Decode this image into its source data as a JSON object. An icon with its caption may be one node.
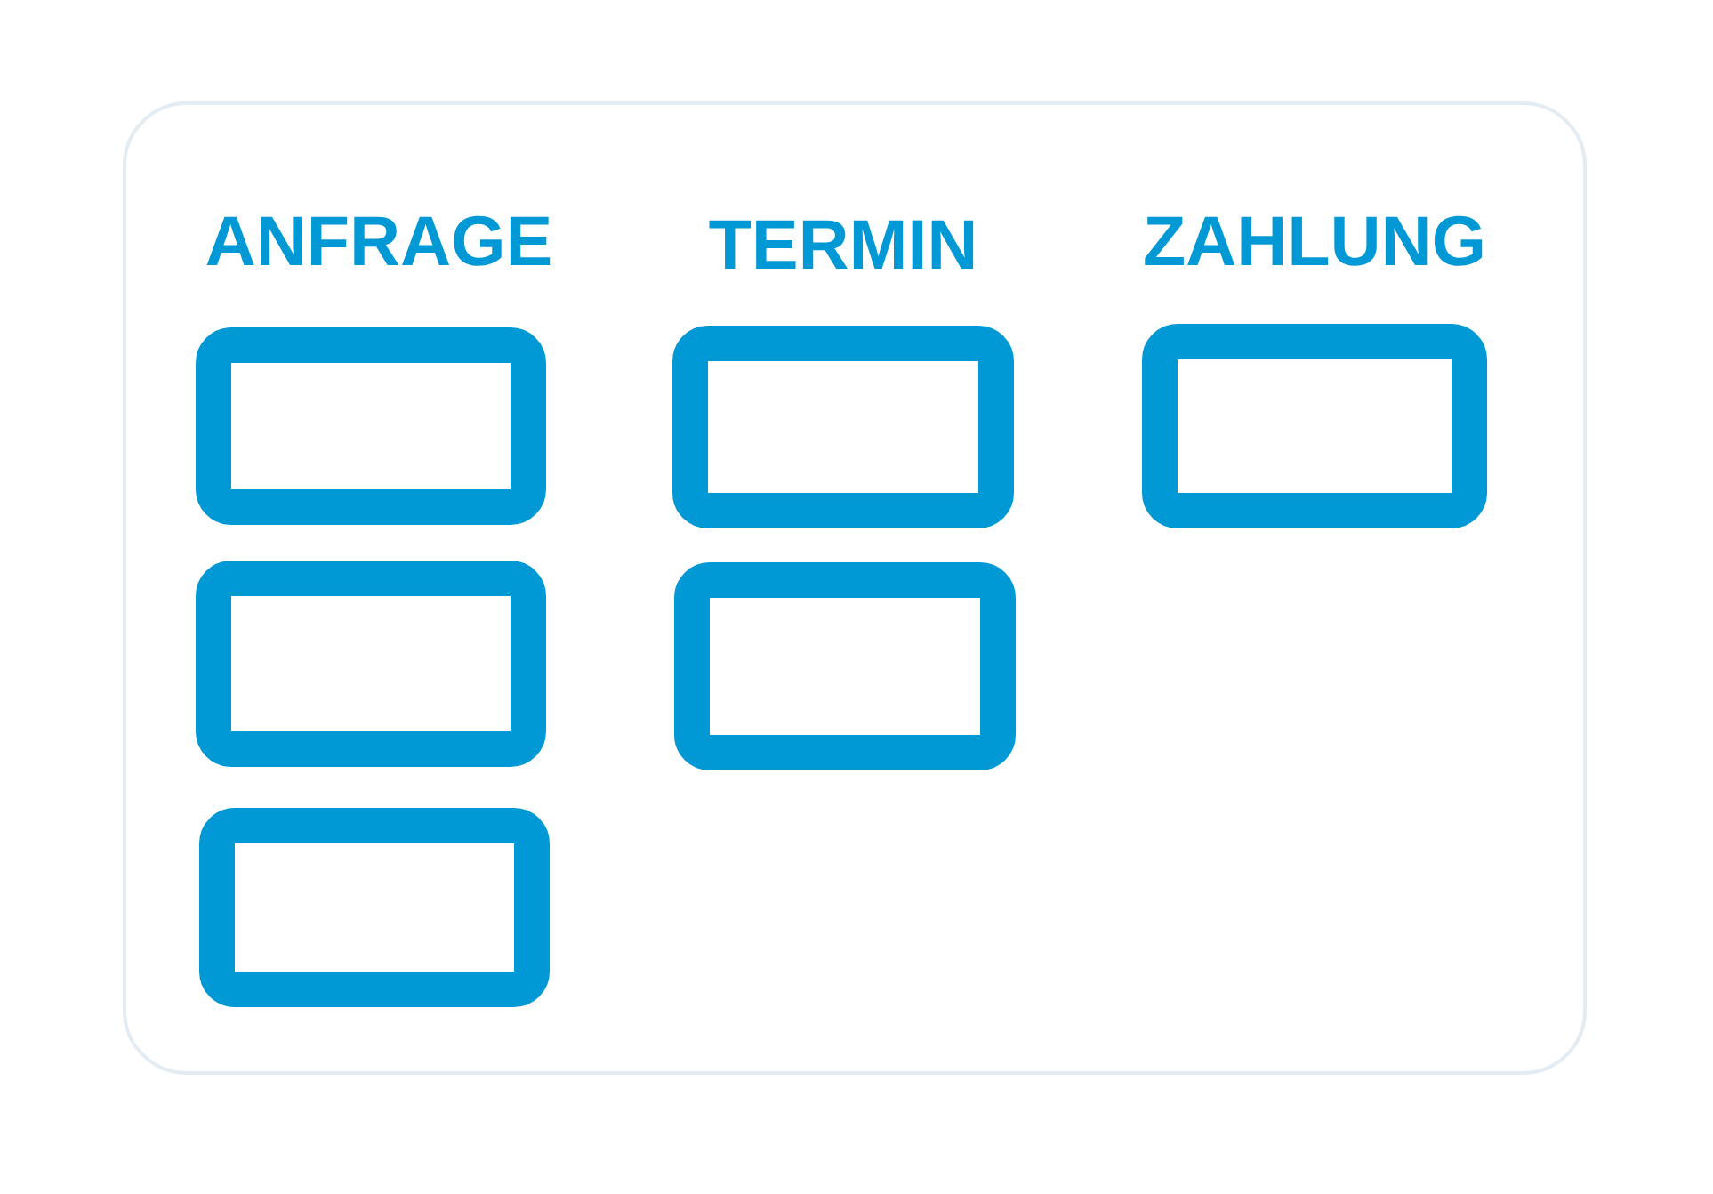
{
  "diagram": {
    "nodes": [
      {
        "text": [],
        "shape": "box"
      },
      {
        "text": [],
        "shape": "box"
      },
      {
        "text": [],
        "shape": "box"
      },
      {
        "text": [],
        "shape": "box"
      },
      {
        "text": [],
        "shape": "box"
      },
      {
        "text": [],
        "shape": "box"
      }
    ],
    "labels": [
      "ANFRAGE",
      "TERMIN",
      "ZAHLUNG"
    ]
  }
}
